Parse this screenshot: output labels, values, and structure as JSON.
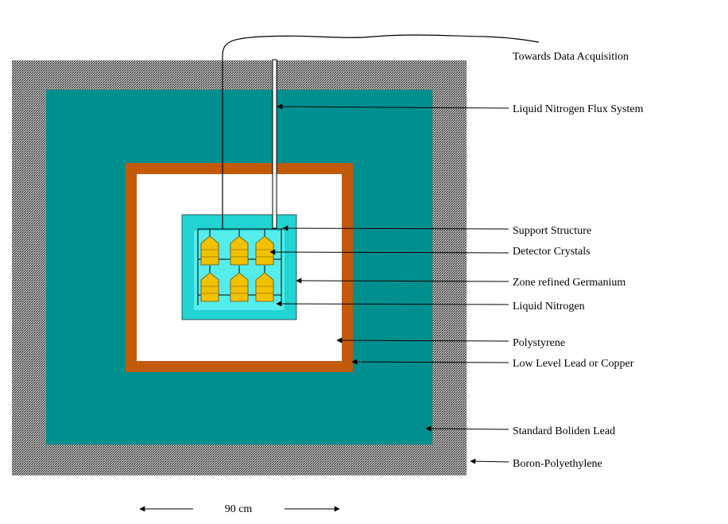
{
  "labels": {
    "towards_daq": "Towards Data Acquisition",
    "ln_flux": "Liquid Nitrogen Flux System",
    "support": "Support Structure",
    "crystals": "Detector Crystals",
    "zone_ge": "Zone refined Germanium",
    "liquid_n2": "Liquid Nitrogen",
    "polystyrene": "Polystyrene",
    "low_level": "Low Level Lead or Copper",
    "boliden": "Standard Boliden Lead",
    "boron": "Boron-Polyethylene"
  },
  "scale": {
    "text": "90 cm"
  },
  "colors": {
    "hatch_dark": "#303030",
    "hatch_light": "#d9d9d9",
    "boliden_lead": "#008f8f",
    "low_level_layer": "#c25a0a",
    "polystyrene": "#ffffff",
    "zone_refined_ge": "#22d3d3",
    "liquid_nitrogen": "#55ecec",
    "crystal": "#f2c100",
    "crystal_outline": "#6a4a00"
  }
}
